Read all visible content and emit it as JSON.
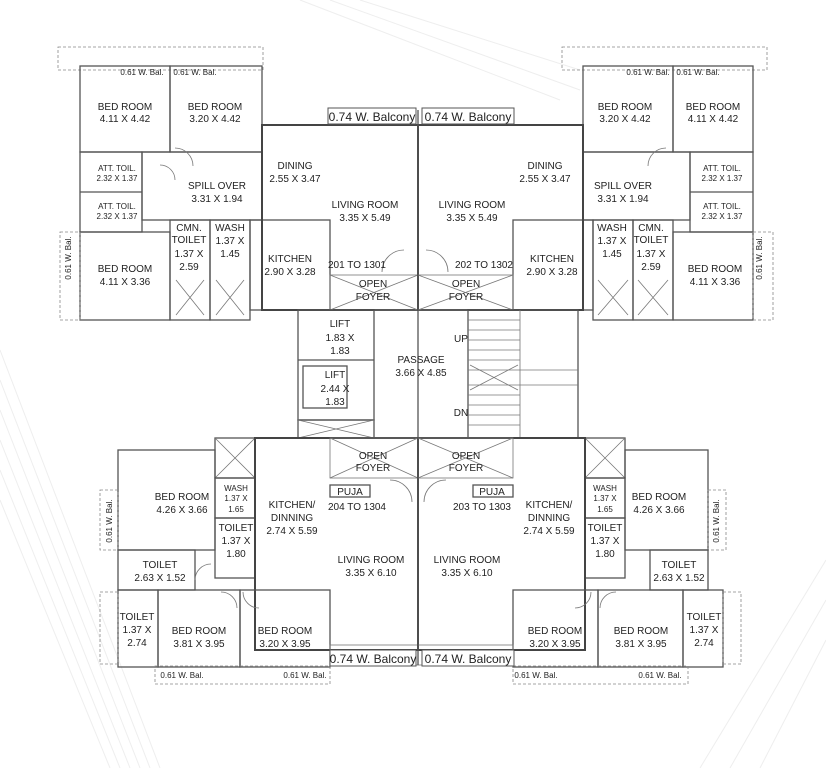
{
  "labels": {
    "top_left_bal1": "0.61 W. Bal.",
    "top_left_bal2": "0.61 W. Bal.",
    "top_left_bed1": [
      "BED ROOM",
      "4.11 X 4.42"
    ],
    "top_left_bed2": [
      "BED ROOM",
      "3.20 X 4.42"
    ],
    "top_left_balcony": "0.74 W. Balcony",
    "top_left_att1": [
      "ATT. TOIL.",
      "2.32 X 1.37"
    ],
    "top_left_att2": [
      "ATT. TOIL.",
      "2.32 X 1.37"
    ],
    "top_left_spill": [
      "SPILL OVER",
      "3.31 X 1.94"
    ],
    "top_left_dining": [
      "DINING",
      "2.55 X 3.47"
    ],
    "top_left_living": [
      "LIVING ROOM",
      "3.35 X 5.49"
    ],
    "top_left_bal_side": "0.61 W. Bal.",
    "top_left_cmn": [
      "CMN.",
      "TOILET",
      "1.37 X",
      "2.59"
    ],
    "top_left_wash": [
      "WASH",
      "1.37 X",
      "1.45"
    ],
    "top_left_kitchen": [
      "KITCHEN",
      "2.90 X 3.28"
    ],
    "top_left_unit": "201 TO 1301",
    "top_left_bed3": [
      "BED ROOM",
      "4.11 X 3.36"
    ],
    "top_left_foyer": [
      "OPEN",
      "FOYER"
    ],
    "top_right_bal1": "0.61 W. Bal.",
    "top_right_bal2": "0.61 W. Bal.",
    "top_right_bed1": [
      "BED ROOM",
      "3.20 X 4.42"
    ],
    "top_right_bed2": [
      "BED ROOM",
      "4.11 X 4.42"
    ],
    "top_right_balcony": "0.74 W. Balcony",
    "top_right_att1": [
      "ATT. TOIL.",
      "2.32 X 1.37"
    ],
    "top_right_att2": [
      "ATT. TOIL.",
      "2.32 X 1.37"
    ],
    "top_right_spill": [
      "SPILL OVER",
      "3.31 X 1.94"
    ],
    "top_right_dining": [
      "DINING",
      "2.55 X 3.47"
    ],
    "top_right_living": [
      "LIVING ROOM",
      "3.35 X 5.49"
    ],
    "top_right_bal_side": "0.61 W. Bal.",
    "top_right_cmn": [
      "CMN.",
      "TOILET",
      "1.37 X",
      "2.59"
    ],
    "top_right_wash": [
      "WASH",
      "1.37 X",
      "1.45"
    ],
    "top_right_kitchen": [
      "KITCHEN",
      "2.90 X 3.28"
    ],
    "top_right_unit": "202 TO 1302",
    "top_right_bed3": [
      "BED ROOM",
      "4.11 X 3.36"
    ],
    "top_right_foyer": [
      "OPEN",
      "FOYER"
    ],
    "lift1": [
      "LIFT",
      "1.83 X",
      "1.83"
    ],
    "lift2": [
      "LIFT",
      "2.44 X",
      "1.83"
    ],
    "passage": [
      "PASSAGE",
      "3.66 X 4.85"
    ],
    "stair_up": "UP",
    "stair_dn": "DN",
    "bot_left_foyer": [
      "OPEN",
      "FOYER"
    ],
    "bot_left_bed1": [
      "BED ROOM",
      "4.26 X 3.66"
    ],
    "bot_left_wash": [
      "WASH",
      "1.37 X",
      "1.65"
    ],
    "bot_left_kitchen": [
      "KITCHEN/",
      "DINNING",
      "2.74 X 5.59"
    ],
    "bot_left_puja": "PUJA",
    "bot_left_unit": "204 TO 1304",
    "bot_left_bal_side": "0.61 W. Bal.",
    "bot_left_toilet_mid": [
      "TOILET",
      "1.37 X",
      "1.80"
    ],
    "bot_left_toilet_att": [
      "TOILET",
      "2.63 X 1.52"
    ],
    "bot_left_living": [
      "LIVING ROOM",
      "3.35 X 6.10"
    ],
    "bot_left_toilet_corner": [
      "TOILET",
      "1.37 X",
      "2.74"
    ],
    "bot_left_bed2": [
      "BED ROOM",
      "3.81 X 3.95"
    ],
    "bot_left_bed3": [
      "BED ROOM",
      "3.20 X 3.95"
    ],
    "bot_left_balcony": "0.74 W. Balcony",
    "bot_left_bal1": "0.61 W. Bal.",
    "bot_left_bal2": "0.61 W. Bal.",
    "bot_right_foyer": [
      "OPEN",
      "FOYER"
    ],
    "bot_right_puja": "PUJA",
    "bot_right_unit": "203 TO 1303",
    "bot_right_kitchen": [
      "KITCHEN/",
      "DINNING",
      "2.74 X 5.59"
    ],
    "bot_right_wash": [
      "WASH",
      "1.37 X",
      "1.65"
    ],
    "bot_right_bed1": [
      "BED ROOM",
      "4.26 X 3.66"
    ],
    "bot_right_bal_side": "0.61 W. Bal.",
    "bot_right_toilet_mid": [
      "TOILET",
      "1.37 X",
      "1.80"
    ],
    "bot_right_toilet_att": [
      "TOILET",
      "2.63 X 1.52"
    ],
    "bot_right_living": [
      "LIVING ROOM",
      "3.35 X 6.10"
    ],
    "bot_right_bed3": [
      "BED ROOM",
      "3.20 X 3.95"
    ],
    "bot_right_bed2": [
      "BED ROOM",
      "3.81 X 3.95"
    ],
    "bot_right_toilet_corner": [
      "TOILET",
      "1.37 X",
      "2.74"
    ],
    "bot_right_balcony": "0.74 W. Balcony",
    "bot_right_bal1": "0.61 W. Bal.",
    "bot_right_bal2": "0.61 W. Bal."
  },
  "colors": {
    "wall": "#555555",
    "label": "#222222",
    "background": "#ffffff",
    "stripes": "#eeeeee"
  }
}
